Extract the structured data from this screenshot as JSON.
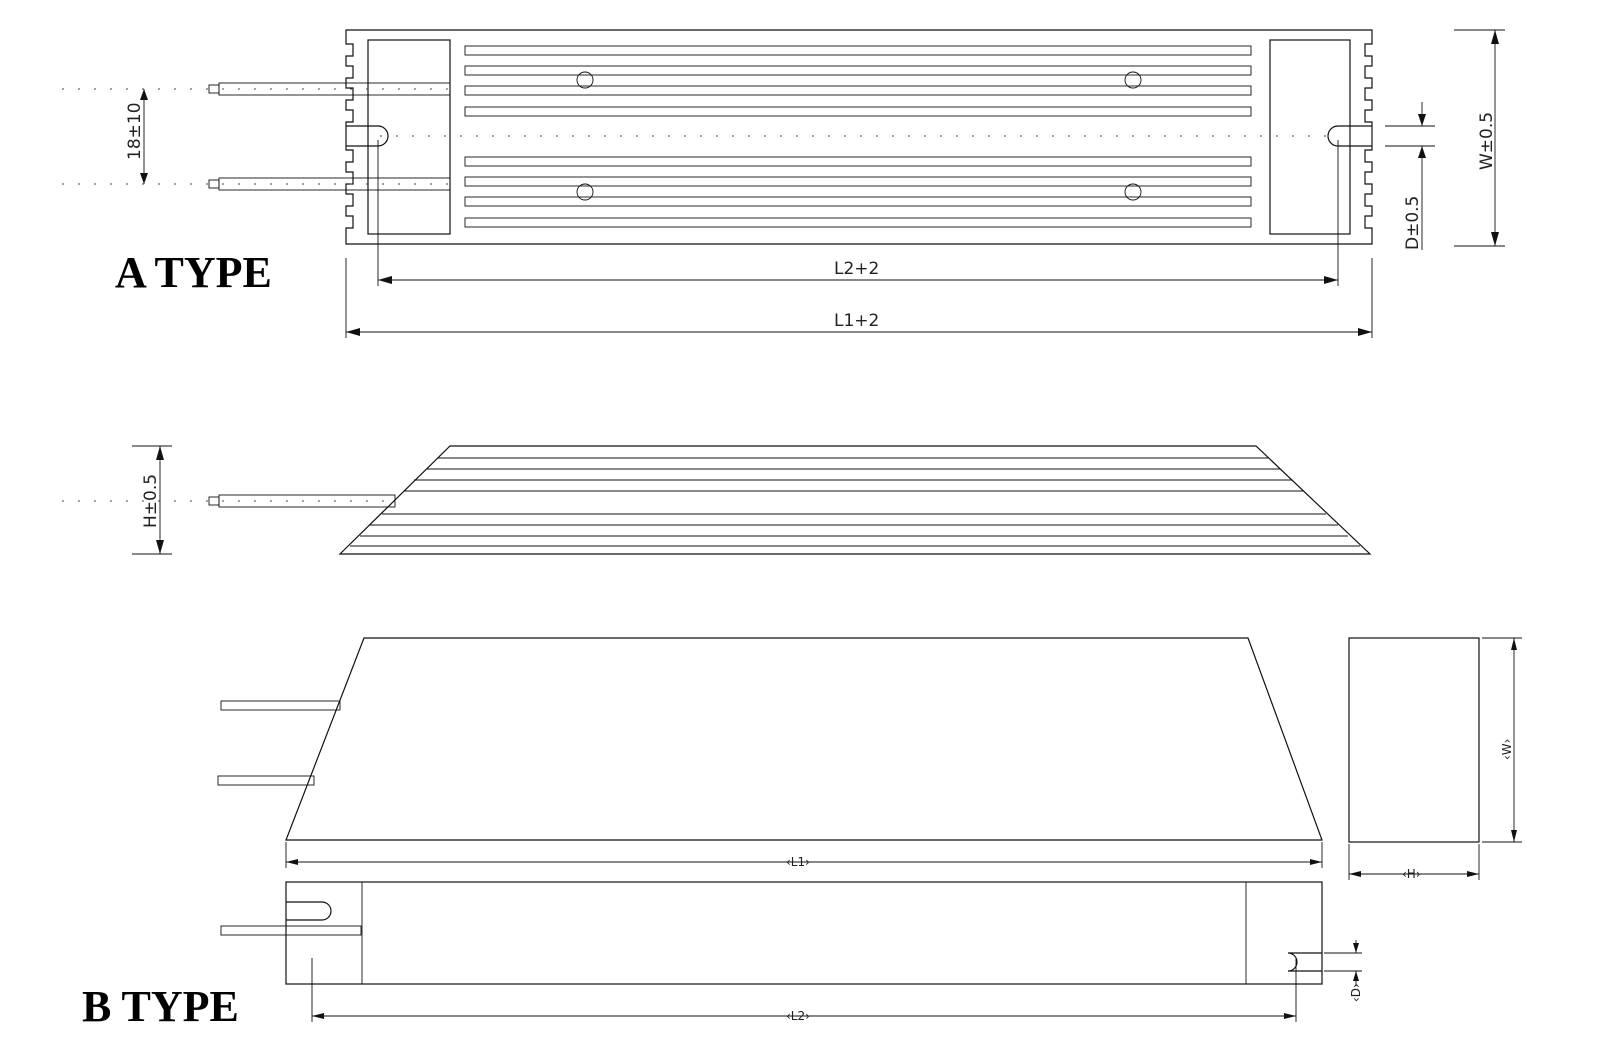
{
  "labels": {
    "type_a": "A TYPE",
    "type_b": "B TYPE"
  },
  "dimensions": {
    "terminal_spacing": "18±10",
    "l2": "L2+2",
    "l1": "L1+2",
    "width": "W±0.5",
    "hole_d": "D±0.5",
    "height": "H±0.5",
    "b_l1": "‹L1›",
    "b_l2": "‹L2›",
    "b_w": "‹W›",
    "b_h": "‹H›",
    "b_d": "‹D›"
  },
  "colors": {
    "line": "#111111",
    "background": "#ffffff"
  }
}
